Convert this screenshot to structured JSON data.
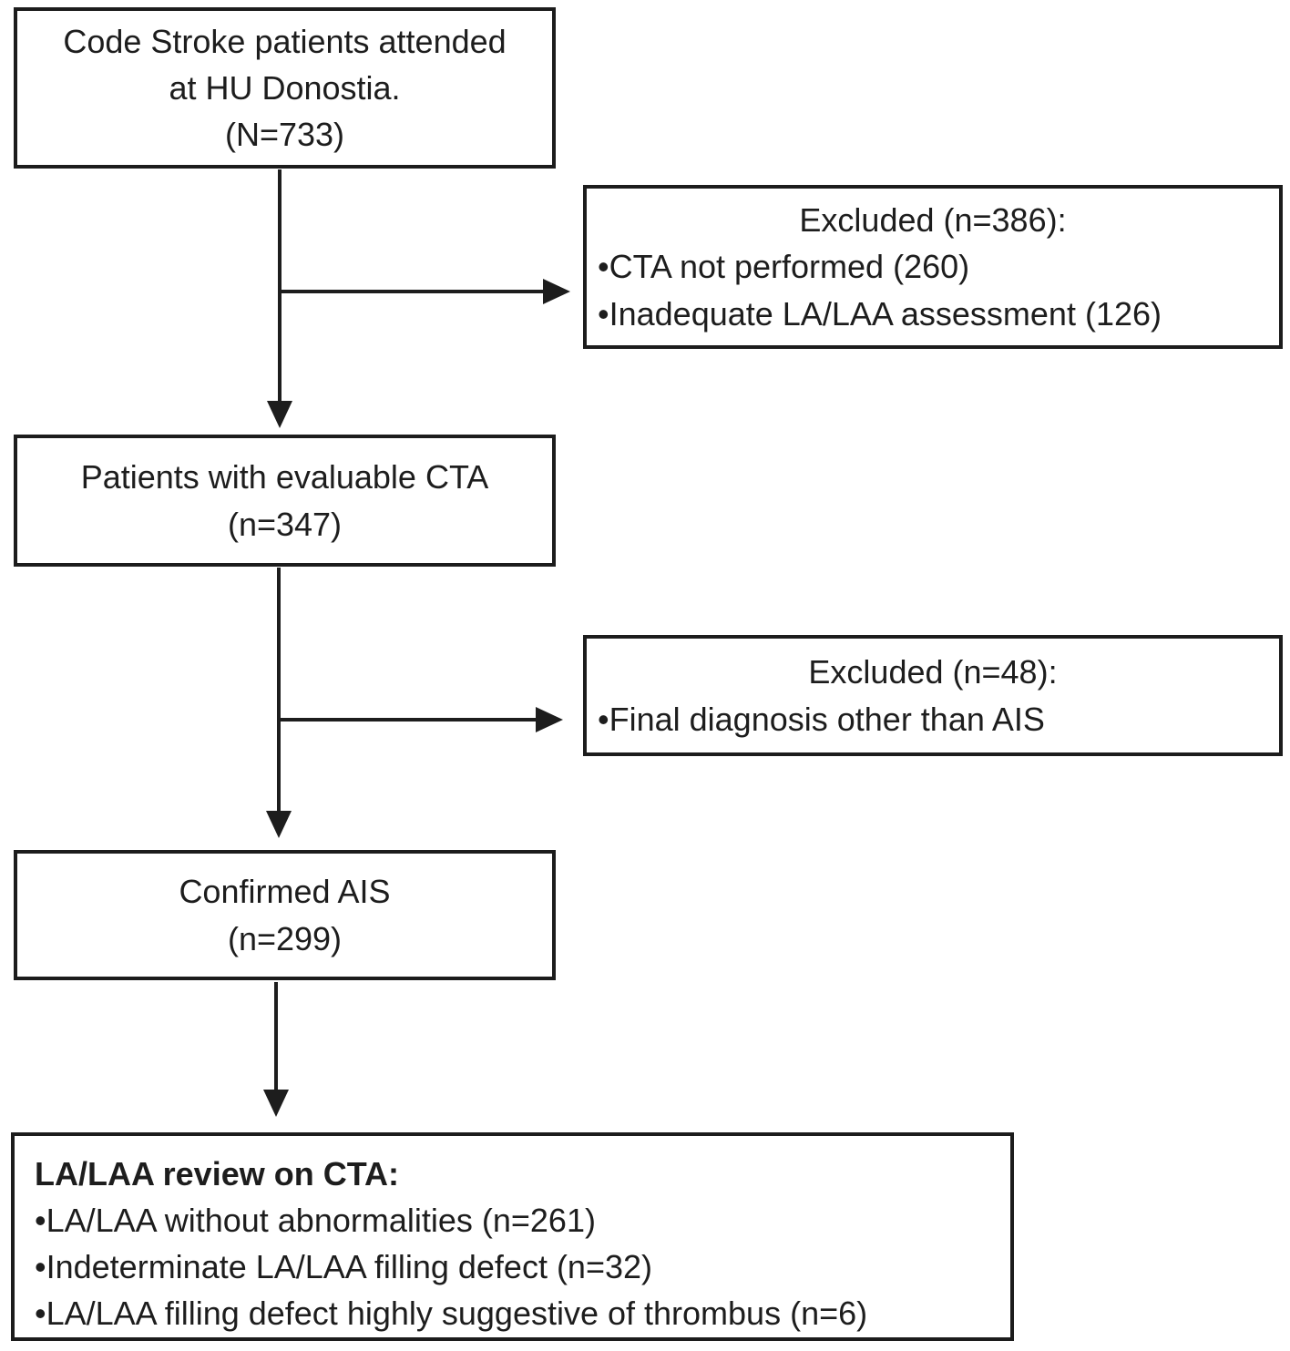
{
  "bullet_glyph": "•",
  "colors": {
    "border": "#1c1c1c",
    "text": "#1d1d1d",
    "arrow": "#1d1d1d",
    "background": "#ffffff"
  },
  "flowchart": {
    "initial": {
      "lines": [
        "Code Stroke patients attended",
        "at HU Donostia.",
        "(N=733)"
      ]
    },
    "excluded_cta": {
      "title": "Excluded (n=386):",
      "bullets": [
        "CTA not performed (260)",
        "Inadequate LA/LAA assessment (126)"
      ]
    },
    "evaluable_cta": {
      "lines": [
        "Patients with evaluable CTA",
        "(n=347)"
      ]
    },
    "excluded_ais": {
      "title": "Excluded (n=48):",
      "bullets": [
        "Final diagnosis other than AIS"
      ]
    },
    "confirmed_ais": {
      "lines": [
        "Confirmed AIS",
        "(n=299)"
      ]
    },
    "la_laa_review": {
      "title": "LA/LAA review on CTA:",
      "bullets": [
        "LA/LAA without abnormalities (n=261)",
        "Indeterminate LA/LAA filling defect (n=32)",
        "LA/LAA filling defect highly suggestive of thrombus (n=6)"
      ]
    }
  }
}
